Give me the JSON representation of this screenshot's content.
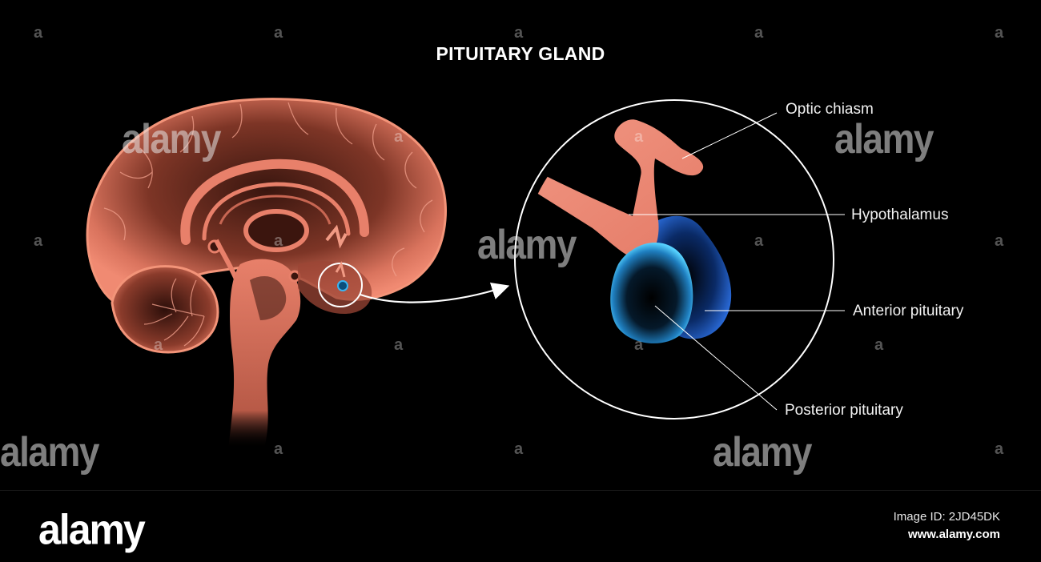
{
  "title": "PITUITARY GLAND",
  "labels": {
    "optic_chiasm": "Optic chiasm",
    "hypothalamus": "Hypothalamus",
    "anterior_pituitary": "Anterior pituitary",
    "posterior_pituitary": "Posterior pituitary"
  },
  "watermark": {
    "small_mark": "a",
    "big_text": "alamy"
  },
  "footer": {
    "logo": "alamy",
    "image_id": "Image ID: 2JD45DK",
    "url": "www.alamy.com"
  },
  "colors": {
    "background": "#000000",
    "brain": "#e8806a",
    "gland": "#2fa8e8",
    "line": "#ffffff"
  }
}
